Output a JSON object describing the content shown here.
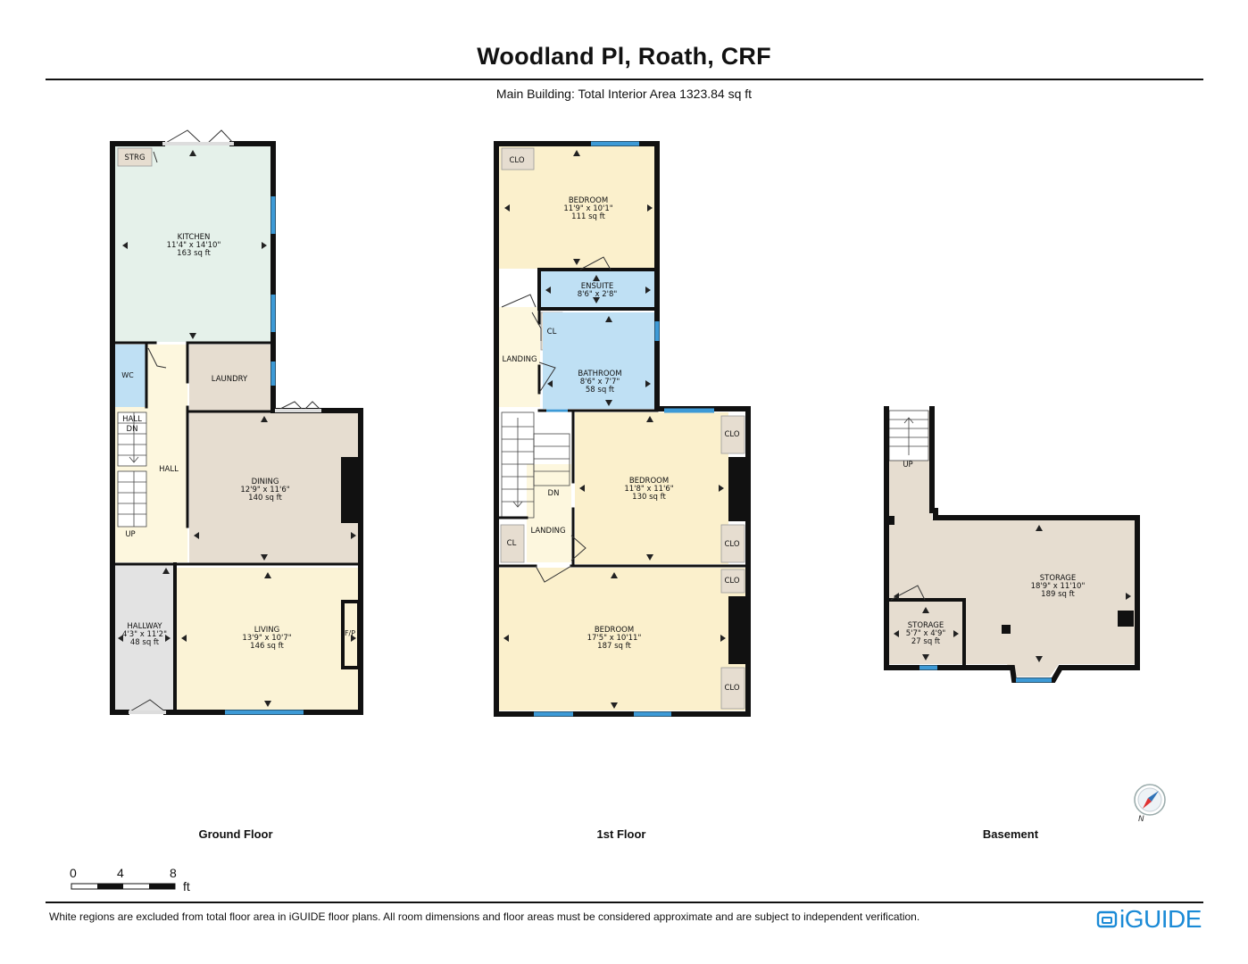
{
  "header": {
    "title": "Woodland Pl, Roath, CRF",
    "subtitle": "Main Building: Total Interior Area 1323.84 sq ft"
  },
  "floors": {
    "ground": "Ground Floor",
    "first": "1st Floor",
    "basement": "Basement"
  },
  "rooms": {
    "strg": "STRG",
    "kitchen": {
      "name": "KITCHEN",
      "dims": "11'4\" x 14'10\"",
      "area": "163 sq ft"
    },
    "wc": "WC",
    "laundry": "LAUNDRY",
    "hall_small": "HALL",
    "dn_ground": "DN",
    "hall": "HALL",
    "up_ground": "UP",
    "dining": {
      "name": "DINING",
      "dims": "12'9\" x 11'6\"",
      "area": "140 sq ft"
    },
    "hallway": {
      "name": "HALLWAY",
      "dims": "4'3\" x 11'2\"",
      "area": "48 sq ft"
    },
    "living": {
      "name": "LIVING",
      "dims": "13'9\" x 10'7\"",
      "area": "146 sq ft"
    },
    "fp": "F/P",
    "clo_1": "CLO",
    "bedroom_top": {
      "name": "BEDROOM",
      "dims": "11'9\" x 10'1\"",
      "area": "111 sq ft"
    },
    "ensuite": {
      "name": "ENSUITE",
      "dims": "8'6\" x 2'8\""
    },
    "cl_1": "CL",
    "landing_upper": "LANDING",
    "bathroom": {
      "name": "BATHROOM",
      "dims": "8'6\" x 7'7\"",
      "area": "58 sq ft"
    },
    "dn_first": "DN",
    "bedroom_mid": {
      "name": "BEDROOM",
      "dims": "11'8\" x 11'6\"",
      "area": "130 sq ft"
    },
    "clo_2": "CLO",
    "clo_3": "CLO",
    "cl_2": "CL",
    "landing_lower": "LANDING",
    "clo_4": "CLO",
    "bedroom_main": {
      "name": "BEDROOM",
      "dims": "17'5\" x 10'11\"",
      "area": "187 sq ft"
    },
    "clo_5": "CLO",
    "up_basement": "UP",
    "storage_large": {
      "name": "STORAGE",
      "dims": "18'9\" x 11'10\"",
      "area": "189 sq ft"
    },
    "storage_small": {
      "name": "STORAGE",
      "dims": "5'7\" x 4'9\"",
      "area": "27 sq ft"
    }
  },
  "scale": {
    "ticks": [
      "0",
      "4",
      "8"
    ],
    "unit": "ft"
  },
  "compass": {
    "label": "N"
  },
  "footer": {
    "disclaimer": "White regions are excluded from total floor area in iGUIDE floor plans. All room dimensions and floor areas must be considered approximate and are subject to independent verification.",
    "brand": "iGUIDE"
  },
  "colors": {
    "wall": "#111111",
    "kitchen": "#e5f1ea",
    "laundry": "#e6ddd0",
    "wet": "#bfe0f4",
    "hall": "#fdf7de",
    "living": "#fbf3d6",
    "bedroom": "#fbf0cc",
    "hallway": "#e3e3e3",
    "storage": "#e6ddd0",
    "window": "#3d9ad6"
  }
}
